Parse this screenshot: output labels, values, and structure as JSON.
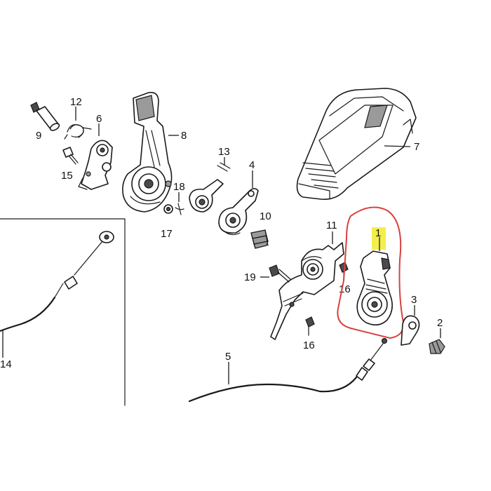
{
  "diagram": {
    "callouts": {
      "c1": "1",
      "c2": "2",
      "c3": "3",
      "c4": "4",
      "c5": "5",
      "c6": "6",
      "c7": "7",
      "c8": "8",
      "c9": "9",
      "c10": "10",
      "c11": "11",
      "c12": "12",
      "c13": "13",
      "c14": "14",
      "c15": "15",
      "c16a": "16",
      "c16b": "16",
      "c17": "17",
      "c18": "18",
      "c19": "19"
    },
    "highlight": {
      "part": "1",
      "outline_color": "#d8413f",
      "label_color": "#f2ef4a"
    }
  }
}
